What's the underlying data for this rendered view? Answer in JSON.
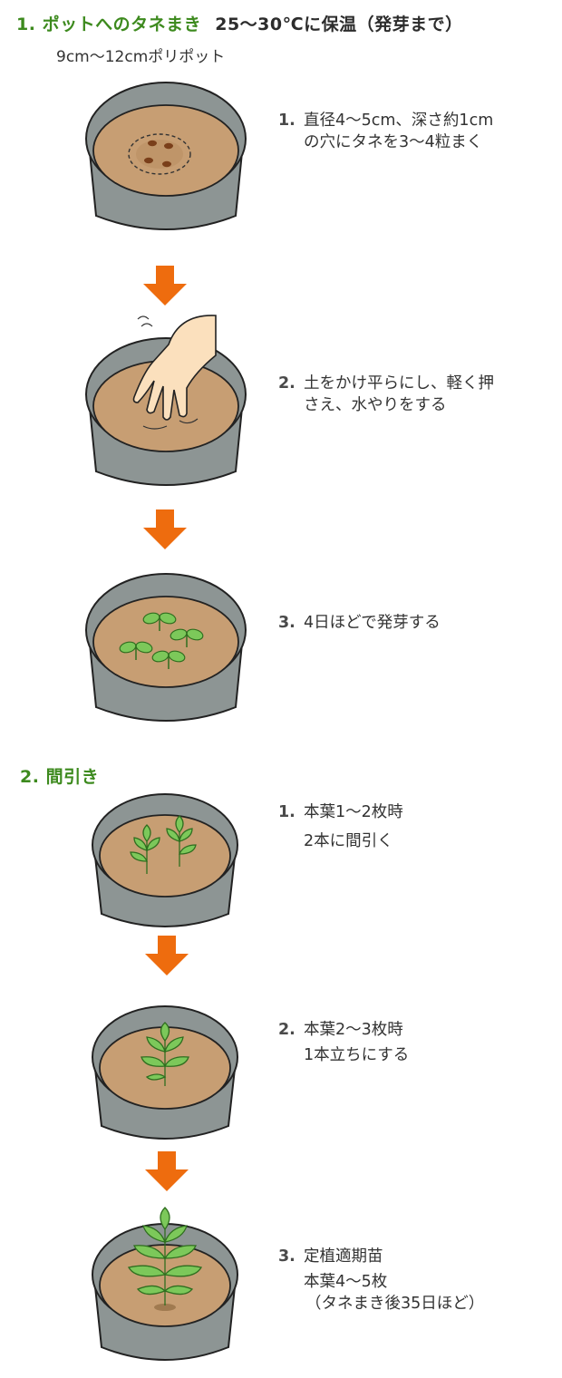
{
  "colors": {
    "green_heading": "#3d8a1e",
    "arrow_orange": "#ee6c0e",
    "pot_gray": "#8d9594",
    "soil_brown": "#c79e73",
    "leaf_green": "#7cc85a"
  },
  "section1": {
    "number": "1.",
    "title": "ポットへのタネまき",
    "note": "25〜30℃に保温（発芽まで）",
    "pot_label": "9cm〜12cmポリポット",
    "steps": [
      {
        "num": "1.",
        "line1": "直径4〜5cm、深さ約1cm",
        "line2": "の穴にタネを3〜4粒まく"
      },
      {
        "num": "2.",
        "line1": "土をかけ平らにし、軽く押",
        "line2": "さえ、水やりをする"
      },
      {
        "num": "3.",
        "line1": "4日ほどで発芽する"
      }
    ]
  },
  "section2": {
    "number": "2.",
    "title": "間引き",
    "steps": [
      {
        "num": "1.",
        "line1": "本葉1〜2枚時",
        "line2": "2本に間引く"
      },
      {
        "num": "2.",
        "line1": "本葉2〜3枚時",
        "line2": "1本立ちにする"
      },
      {
        "num": "3.",
        "line1": "定植適期苗",
        "line2": "本葉4〜5枚",
        "line3": "（タネまき後35日ほど）"
      }
    ]
  }
}
